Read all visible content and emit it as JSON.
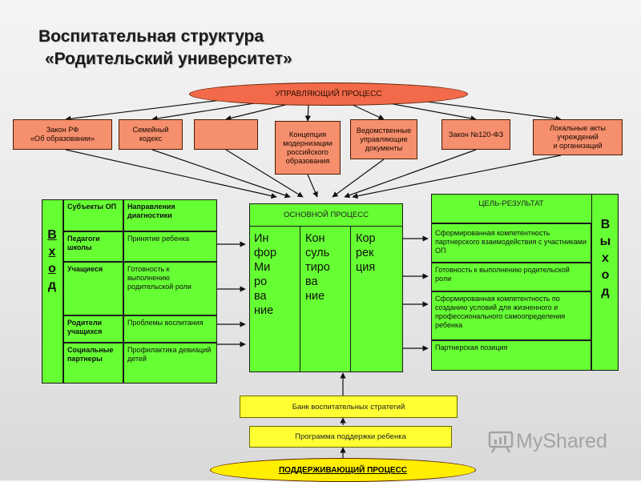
{
  "header": {
    "title_line1": "Воспитательная структура",
    "title_line2": "«Родительский университет»"
  },
  "top_process": "УПРАВЛЯЮЩИЙ ПРОЦЕСС",
  "documents": [
    "Закон РФ\n«Об образовании»",
    "Семейный\nкодекс",
    "",
    "Концепция\nмодернизации\nроссийского\nобразования",
    "Ведомственные\nуправляющие\nдокументы",
    "Закон №120-ФЗ",
    "Локальные акты\nучреждений\nи организаций"
  ],
  "input": {
    "letters": [
      "В",
      "х",
      "о",
      "д"
    ],
    "header": {
      "col1": "Субъекты ОП",
      "col2": "Направления диагностики"
    },
    "rows": [
      {
        "subject": "Педагоги школы",
        "direction": "Принятие ребенка"
      },
      {
        "subject": "Учащиеся",
        "direction": "Готовность к выполнению родительской роли"
      },
      {
        "subject": "Родители учащихся",
        "direction": "Проблемы воспитания"
      },
      {
        "subject": "Социальные партнеры",
        "direction": "Профилактика девиаций детей"
      }
    ]
  },
  "main_process": {
    "title": "ОСНОВНОЙ ПРОЦЕСС",
    "columns": [
      "Ин\nфор\nМи\nро\nва\nние",
      "Кон\nсуль\nтиро\nва\nние",
      "Кор\nрек\nция"
    ]
  },
  "output": {
    "title": "ЦЕЛЬ-РЕЗУЛЬТАТ",
    "letters": [
      "В",
      "ы",
      "х",
      "о",
      "д"
    ],
    "items": [
      "Сформированная компетентность партнерского взаимодействия с участниками ОП",
      "Готовность к выполнению родительской роли",
      "Сформированная компетентность по созданию условий для жизненного и профессионального самоопределения ребенка",
      "Партнерская позиция"
    ]
  },
  "support": {
    "bank": "Банк воспитательных стратегий",
    "program": "Программа поддержки ребенка",
    "process": "ПОДДЕРЖИВАЮЩИЙ ПРОЦЕСС"
  },
  "watermark": "MyShared"
}
